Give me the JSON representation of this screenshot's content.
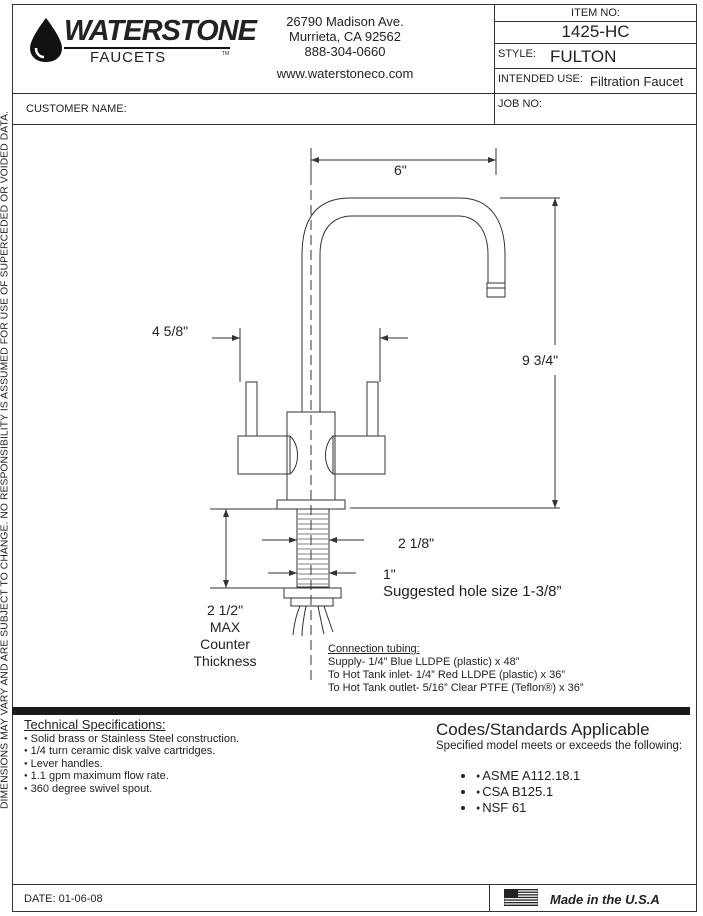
{
  "sidebar": {
    "disclaimer": "DIMENSIONS MAY VARY AND ARE SUBJECT TO CHANGE. NO RESPONSIBILITY IS ASSUMED FOR USE OF SUPERCEDED OR VOIDED DATA."
  },
  "logo": {
    "brand": "WATERSTONE",
    "sub": "FAUCETS",
    "tm": "TM"
  },
  "address": {
    "line1": "26790 Madison Ave.",
    "line2": "Murrieta, CA 92562",
    "phone": "888-304-0660",
    "website": "www.waterstoneco.com"
  },
  "item": {
    "label": "ITEM NO:",
    "value": "1425-HC"
  },
  "style": {
    "label": "STYLE:",
    "value": "FULTON"
  },
  "intended_use": {
    "label": "INTENDED USE:",
    "value": "Filtration Faucet"
  },
  "customer": {
    "label": "CUSTOMER NAME:"
  },
  "job": {
    "label": "JOB NO:"
  },
  "dimensions": {
    "spout_reach": "6\"",
    "height": "9 3/4\"",
    "handle_span": "4 5/8\"",
    "base_dia": "2 1/8\"",
    "shank": "1\"",
    "hole_size": "Suggested hole size 1-3/8”",
    "counter_1": "2 1/2\"",
    "counter_2": "MAX",
    "counter_3": "Counter",
    "counter_4": "Thickness"
  },
  "tubing": {
    "title": "Connection tubing:",
    "lines": [
      "Supply- 1/4” Blue LLDPE (plastic) x 48”",
      "To Hot Tank inlet- 1/4” Red LLDPE (plastic) x 36”",
      "To Hot Tank outlet- 5/16” Clear PTFE (Teflon®) x 36”"
    ]
  },
  "tech": {
    "title": "Technical Specifications:",
    "items": [
      "Solid brass or Stainless Steel construction.",
      "1/4 turn ceramic disk valve cartridges.",
      "Lever handles.",
      "1.1 gpm maximum flow rate.",
      "360 degree swivel spout."
    ]
  },
  "codes": {
    "title": "Codes/Standards Applicable",
    "subtitle": "Specified model meets or exceeds the following:",
    "items": [
      "ASME A112.18.1",
      "CSA B125.1",
      "NSF 61"
    ]
  },
  "footer": {
    "date": "DATE: 01-06-08",
    "made_in": "Made in the U.S.A"
  },
  "colors": {
    "line": "#333333",
    "band": "#1a1a1a"
  }
}
